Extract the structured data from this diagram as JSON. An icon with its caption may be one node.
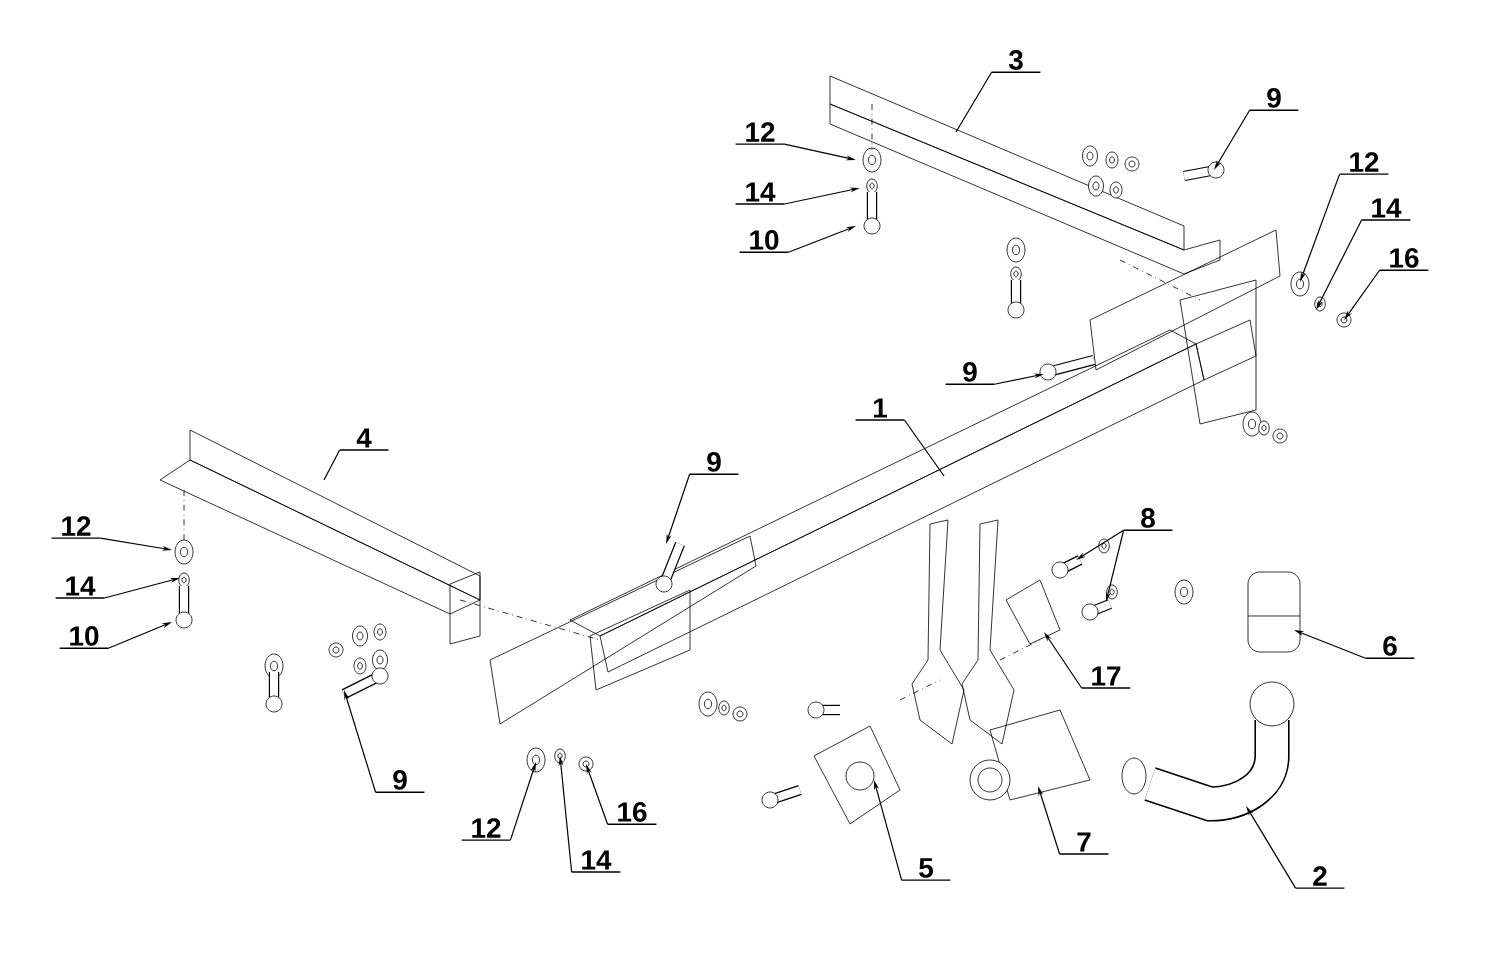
{
  "diagram": {
    "nodes": [
      {
        "text": [
          "3"
        ]
      },
      {
        "text": [
          "9"
        ]
      },
      {
        "text": [
          "12"
        ]
      },
      {
        "text": [
          "14"
        ]
      },
      {
        "text": [
          "10"
        ]
      },
      {
        "text": [
          "12"
        ]
      },
      {
        "text": [
          "14"
        ]
      },
      {
        "text": [
          "16"
        ]
      },
      {
        "text": [
          "9"
        ]
      },
      {
        "text": [
          "1"
        ]
      },
      {
        "text": [
          "4"
        ]
      },
      {
        "text": [
          "9"
        ]
      },
      {
        "text": [
          "12"
        ]
      },
      {
        "text": [
          "14"
        ]
      },
      {
        "text": [
          "10"
        ]
      },
      {
        "text": [
          "8"
        ]
      },
      {
        "text": [
          "6"
        ]
      },
      {
        "text": [
          "17"
        ]
      },
      {
        "text": [
          "9"
        ]
      },
      {
        "text": [
          "12"
        ]
      },
      {
        "text": [
          "14"
        ]
      },
      {
        "text": [
          "16"
        ]
      },
      {
        "text": [
          "5"
        ]
      },
      {
        "text": [
          "7"
        ]
      },
      {
        "text": [
          "2"
        ]
      }
    ],
    "edges": [
      {
        "from": 0,
        "to": null,
        "arrow": "none"
      },
      {
        "from": 1,
        "to": null,
        "arrow": "to"
      },
      {
        "from": 2,
        "to": null,
        "arrow": "to"
      },
      {
        "from": 3,
        "to": null,
        "arrow": "to"
      },
      {
        "from": 4,
        "to": null,
        "arrow": "to"
      },
      {
        "from": 5,
        "to": null,
        "arrow": "to"
      },
      {
        "from": 6,
        "to": null,
        "arrow": "to"
      },
      {
        "from": 7,
        "to": null,
        "arrow": "to"
      },
      {
        "from": 8,
        "to": null,
        "arrow": "to"
      },
      {
        "from": 9,
        "to": null,
        "arrow": "none"
      },
      {
        "from": 10,
        "to": null,
        "arrow": "none"
      },
      {
        "from": 11,
        "to": null,
        "arrow": "to"
      },
      {
        "from": 12,
        "to": null,
        "arrow": "to"
      },
      {
        "from": 13,
        "to": null,
        "arrow": "to"
      },
      {
        "from": 14,
        "to": null,
        "arrow": "to"
      },
      {
        "from": 15,
        "to": null,
        "arrow": "to"
      },
      {
        "from": 15,
        "to": null,
        "arrow": "to"
      },
      {
        "from": 16,
        "to": null,
        "arrow": "to"
      },
      {
        "from": 17,
        "to": null,
        "arrow": "to"
      },
      {
        "from": 18,
        "to": null,
        "arrow": "to"
      },
      {
        "from": 19,
        "to": null,
        "arrow": "to"
      },
      {
        "from": 20,
        "to": null,
        "arrow": "to"
      },
      {
        "from": 21,
        "to": null,
        "arrow": "to"
      },
      {
        "from": 22,
        "to": null,
        "arrow": "to"
      },
      {
        "from": 23,
        "to": null,
        "arrow": "to"
      },
      {
        "from": 24,
        "to": null,
        "arrow": "to"
      }
    ]
  }
}
